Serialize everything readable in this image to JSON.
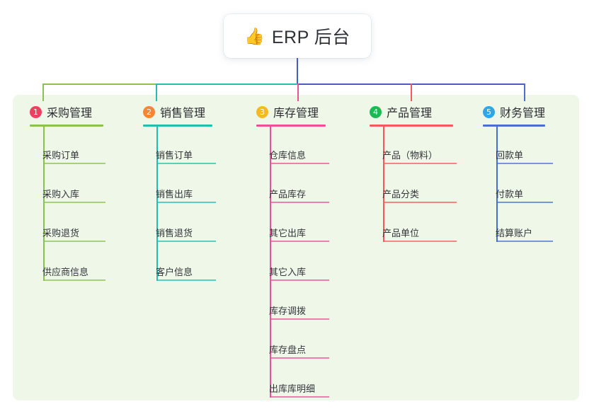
{
  "diagram": {
    "type": "mindmap",
    "root": {
      "icon": "thumbs-up-emoji",
      "icon_glyph": "👍",
      "title": "ERP 后台"
    },
    "branches": [
      {
        "number": "1",
        "title": "采购管理",
        "badge_color": "#f04060",
        "line_color": "#8cc152",
        "connector_color": "#8cc152",
        "items": [
          "采购订单",
          "采购入库",
          "采购退货",
          "供应商信息"
        ]
      },
      {
        "number": "2",
        "title": "销售管理",
        "badge_color": "#f58634",
        "line_color": "#1fc0ad",
        "connector_color": "#1fc0ad",
        "items": [
          "销售订单",
          "销售出库",
          "销售退货",
          "客户信息"
        ]
      },
      {
        "number": "3",
        "title": "库存管理",
        "badge_color": "#f5b921",
        "line_color": "#ee4f96",
        "connector_color": "#ee4f96",
        "items": [
          "仓库信息",
          "产品库存",
          "其它出库",
          "其它入库",
          "库存调拨",
          "库存盘点",
          "出库库明细"
        ]
      },
      {
        "number": "4",
        "title": "产品管理",
        "badge_color": "#1db954",
        "line_color": "#f8585c",
        "connector_color": "#f8585c",
        "items": [
          "产品（物料）",
          "产品分类",
          "产品单位"
        ]
      },
      {
        "number": "5",
        "title": "财务管理",
        "badge_color": "#32a5e7",
        "line_color": "#4a6fd4",
        "connector_color": "#4a6fd4",
        "items": [
          "回款单",
          "付款单",
          "结算账户"
        ]
      }
    ],
    "bus": {
      "stem_color": "#4a5bc4",
      "segments": [
        {
          "color": "#8cc152"
        },
        {
          "color": "#1fc0ad"
        },
        {
          "color": "#4a5bc4"
        },
        {
          "color": "#4a5bc4"
        }
      ]
    },
    "colors": {
      "panel_background": "#eef7e8",
      "page_background": "#ffffff",
      "card_background": "#ffffff",
      "title_text": "#2f3136",
      "item_text": "#33353a"
    }
  }
}
